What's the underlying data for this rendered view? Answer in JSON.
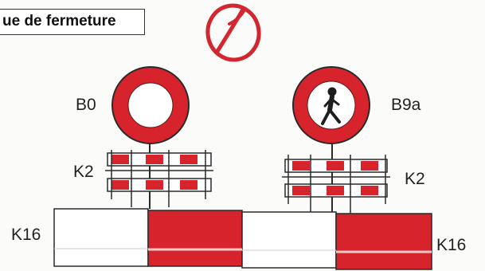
{
  "title": "ue de fermeture",
  "annotation": "1",
  "signs": {
    "left": {
      "code": "B0",
      "type": "no-vehicles",
      "ring_color": "#d7242c"
    },
    "right": {
      "code": "B9a",
      "type": "no-pedestrians",
      "ring_color": "#d7242c",
      "icon": "pedestrian-icon"
    }
  },
  "barriers": {
    "small_left": "K2",
    "small_right": "K2",
    "large_left": "K16",
    "large_right": "K16"
  },
  "colors": {
    "red": "#d7242c",
    "outline": "#2a2a2a",
    "annotation": "#d4262f"
  }
}
